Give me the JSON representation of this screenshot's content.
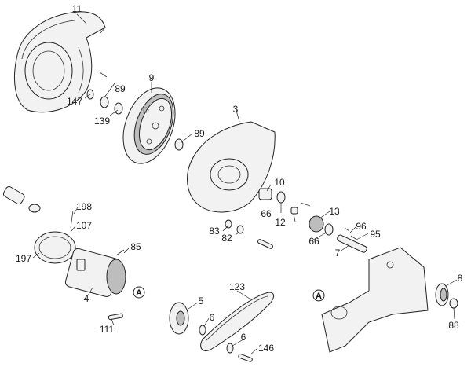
{
  "labels": {
    "p11": "11",
    "p9": "9",
    "p89a": "89",
    "p147": "147",
    "p139": "139",
    "p89b": "89",
    "p3": "3",
    "p10": "10",
    "p13": "13",
    "p66a": "66",
    "p12": "12",
    "p83": "83",
    "p82": "82",
    "p66b": "66",
    "p96": "96",
    "p95": "95",
    "p7": "7",
    "p198": "198",
    "p107": "107",
    "p197": "197",
    "p85": "85",
    "p4": "4",
    "p111": "111",
    "p5": "5",
    "p123": "123",
    "p6a": "6",
    "p6b": "6",
    "p146": "146",
    "p8": "8",
    "p88": "88"
  },
  "refs": {
    "a1": "A",
    "a2": "A"
  }
}
